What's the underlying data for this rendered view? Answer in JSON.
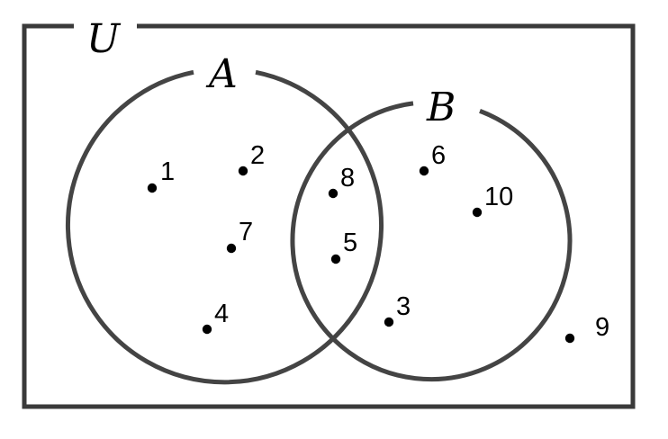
{
  "diagram": {
    "type": "venn",
    "universe": {
      "label": "U"
    },
    "sets": [
      {
        "id": "A",
        "label": "A"
      },
      {
        "id": "B",
        "label": "B"
      }
    ],
    "elements": [
      {
        "value": "1",
        "region": "A only"
      },
      {
        "value": "2",
        "region": "A only"
      },
      {
        "value": "7",
        "region": "A only"
      },
      {
        "value": "4",
        "region": "A only"
      },
      {
        "value": "8",
        "region": "A and B"
      },
      {
        "value": "5",
        "region": "A and B"
      },
      {
        "value": "6",
        "region": "B only"
      },
      {
        "value": "10",
        "region": "B only"
      },
      {
        "value": "3",
        "region": "B only"
      },
      {
        "value": "9",
        "region": "outside A and B"
      }
    ],
    "colors": {
      "stroke": "#444444",
      "frame": "#3a3a3a",
      "dot": "#000000",
      "text": "#000000"
    }
  }
}
